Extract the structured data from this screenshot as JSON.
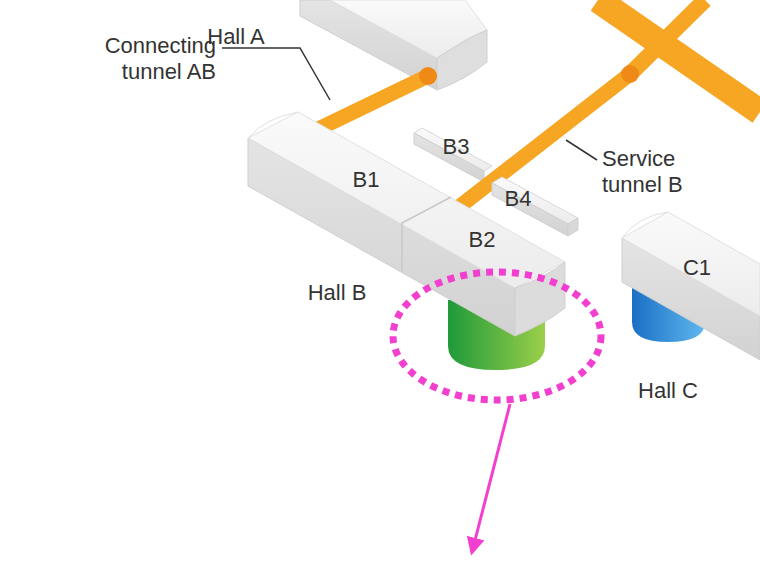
{
  "diagram": {
    "nodes": [
      {
        "text": [
          "B1"
        ]
      },
      {
        "text": [
          "B2"
        ]
      },
      {
        "text": [
          "C1"
        ]
      }
    ],
    "labels": [
      "Hall A",
      "Connecting tunnel AB",
      "B3",
      "Service tunnel B",
      "B4",
      "Hall B",
      "Hall C"
    ]
  }
}
